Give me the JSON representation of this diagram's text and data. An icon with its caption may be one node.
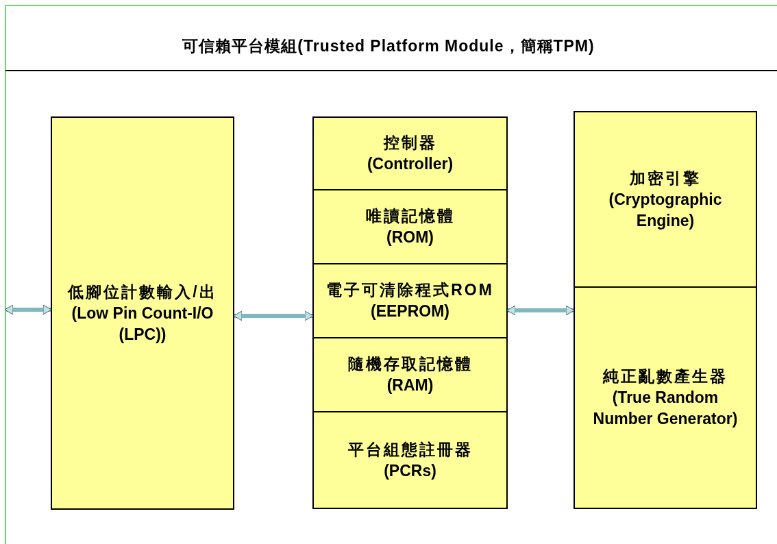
{
  "diagram": {
    "title": "可信賴平台模組(Trusted Platform Module，簡稱TPM)",
    "nodes": [
      {
        "text": [
          "低腳位計數輸入/出",
          "(Low Pin Count-I/O (LPC))"
        ]
      },
      {
        "text": [
          "控制器",
          "(Controller)"
        ]
      },
      {
        "text": [
          "唯讀記憶體",
          "(ROM)"
        ]
      },
      {
        "text": [
          "電子可清除程式ROM",
          "(EEPROM)"
        ]
      },
      {
        "text": [
          "隨機存取記憶體",
          "(RAM)"
        ]
      },
      {
        "text": [
          "平台組態註冊器",
          "(PCRs)"
        ]
      },
      {
        "text": [
          "加密引擎",
          "(Cryptographic Engine)"
        ]
      },
      {
        "text": [
          "純正亂數產生器",
          "(True Random Number Generator)"
        ]
      }
    ],
    "edges": [
      {
        "from": null,
        "to": 0,
        "arrow": "both"
      },
      {
        "from": 0,
        "to": 3,
        "arrow": "both"
      },
      {
        "from": 3,
        "to": 7,
        "arrow": "both"
      }
    ]
  }
}
